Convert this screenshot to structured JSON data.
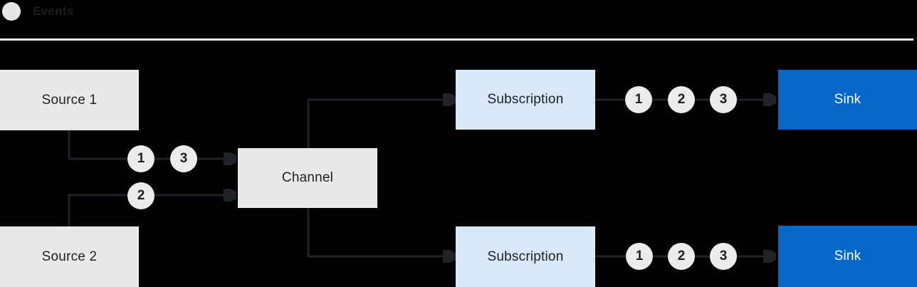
{
  "legend": {
    "label": "Events"
  },
  "colors": {
    "background": "#000000",
    "box_gray": "#e9e9e9",
    "circle_gray": "#ececec",
    "subscription_lightblue": "#d9e7f8",
    "sink_blue": "#0667c9",
    "connector_line": "#1f2227",
    "divider": "#e6e6e6",
    "text_dark": "#1c2025",
    "text_white": "#ffffff"
  },
  "nodes": {
    "source1": {
      "label": "Source 1"
    },
    "source2": {
      "label": "Source 2"
    },
    "channel": {
      "label": "Channel"
    },
    "subscription1": {
      "label": "Subscription"
    },
    "subscription2": {
      "label": "Subscription"
    },
    "sink1": {
      "label": "Sink"
    },
    "sink2": {
      "label": "Sink"
    }
  },
  "markers": {
    "source1_to_channel": [
      "1",
      "3"
    ],
    "source2_to_channel": [
      "2"
    ],
    "subscription1_to_sink1": [
      "1",
      "2",
      "3"
    ],
    "subscription2_to_sink2": [
      "1",
      "2",
      "3"
    ]
  }
}
